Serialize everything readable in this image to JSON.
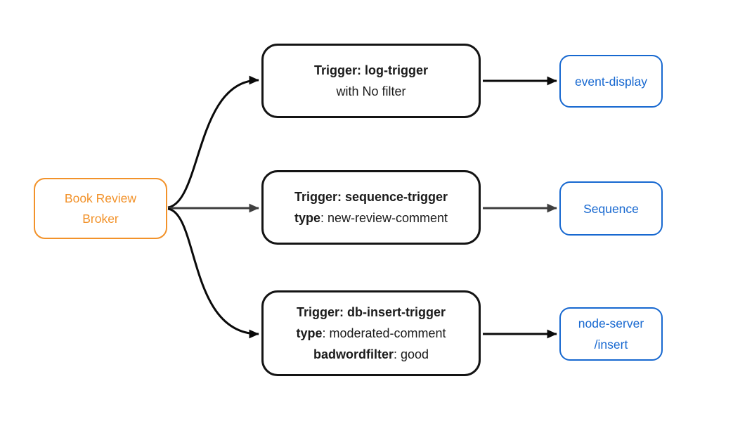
{
  "colors": {
    "orange": "#F2922A",
    "blue": "#1768D0",
    "edge-black": "#0A0A0A",
    "edge-gray": "#3F3F3F",
    "node-border": "#141414",
    "text-dark": "#1B1B1B",
    "bg": "#FFFFFF"
  },
  "broker": {
    "line1": "Book Review",
    "line2": "Broker"
  },
  "triggers": {
    "log": {
      "title": "Trigger: log-trigger",
      "subtitle": "with No filter"
    },
    "sequence": {
      "title": "Trigger: sequence-trigger",
      "prop1_key": "type",
      "prop1_value": ": new-review-comment"
    },
    "db": {
      "title": "Trigger: db-insert-trigger",
      "prop1_key": "type",
      "prop1_value": ": moderated-comment",
      "prop2_key": "badwordfilter",
      "prop2_value": ": good"
    }
  },
  "sinks": {
    "event_display": {
      "label": "event-display"
    },
    "sequence": {
      "label": "Sequence"
    },
    "node_server": {
      "line1": "node-server",
      "line2": "/insert"
    }
  }
}
